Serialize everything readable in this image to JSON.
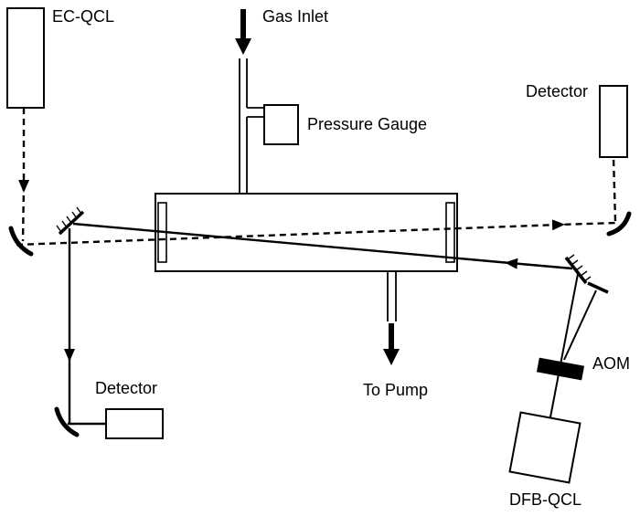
{
  "diagram": {
    "labels": {
      "ec_qcl": "EC-QCL",
      "gas_inlet": "Gas Inlet",
      "pressure_gauge": "Pressure Gauge",
      "detector_top": "Detector",
      "detector_bottom": "Detector",
      "to_pump": "To Pump",
      "aom": "AOM",
      "dfb_qcl": "DFB-QCL"
    },
    "colors": {
      "ink": "#000000",
      "background": "#ffffff"
    },
    "beam_styles": {
      "ec_qcl_beam": "dashed",
      "dfb_qcl_beam": "solid"
    }
  }
}
